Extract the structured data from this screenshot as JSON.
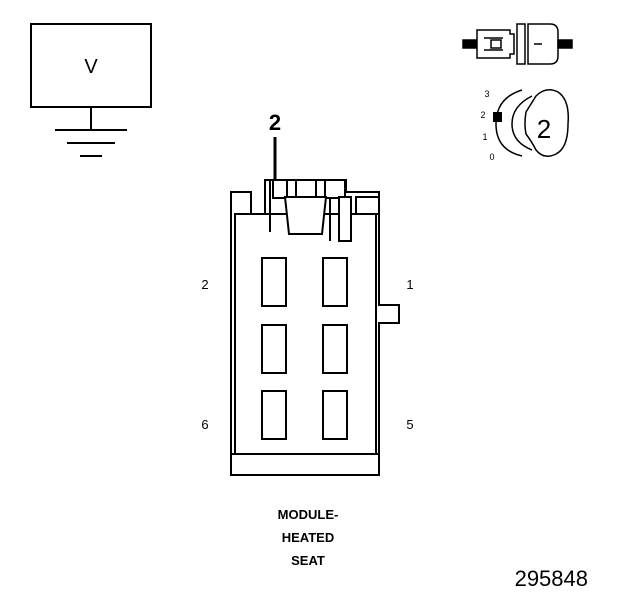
{
  "meter": {
    "label": "V"
  },
  "probe": {
    "label": "2"
  },
  "selector": {
    "positions": [
      "3",
      "2",
      "1",
      "0"
    ],
    "selected": "2"
  },
  "pins": {
    "top_left": "2",
    "top_right": "1",
    "bottom_left": "6",
    "bottom_right": "5"
  },
  "caption": {
    "line1": "MODULE-",
    "line2": "HEATED",
    "line3": "SEAT"
  },
  "figure_number": "295848"
}
